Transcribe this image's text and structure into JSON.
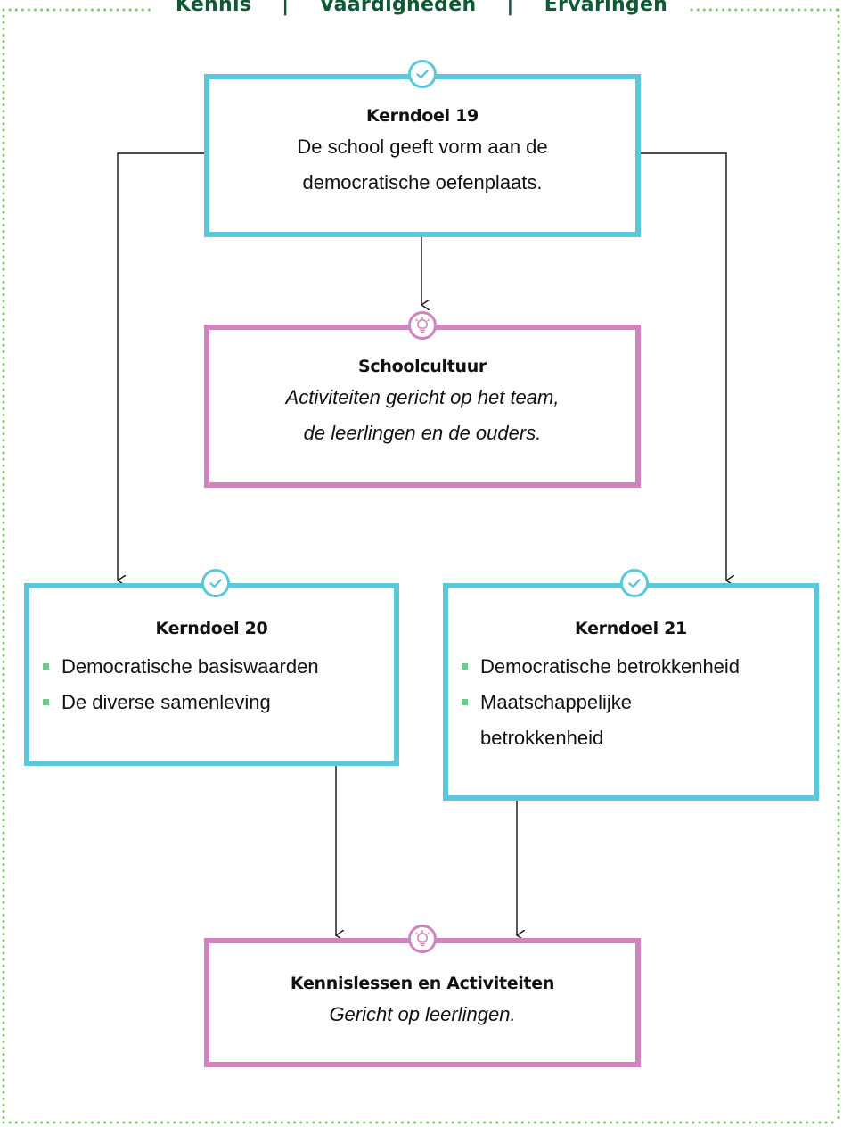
{
  "header": {
    "items": [
      "Kennis",
      "Vaardigheden",
      "Ervaringen"
    ],
    "separator": "|"
  },
  "colors": {
    "kerndoel": "#5bc7db",
    "activity": "#d183bf",
    "header_text": "#0f5a35",
    "bullet": "#6fc98a",
    "dotted_border": "#7cc96a"
  },
  "kerndoel19": {
    "icon": "check-icon",
    "title": "Kerndoel 19",
    "line1": "De school geeft vorm aan de",
    "line2": "democratische oefenplaats."
  },
  "schoolcultuur": {
    "icon": "lightbulb-icon",
    "title": "Schoolcultuur",
    "line1": "Activiteiten gericht op het team,",
    "line2": "de leerlingen en de ouders."
  },
  "kerndoel20": {
    "icon": "check-icon",
    "title": "Kerndoel 20",
    "items": [
      "Democratische basiswaarden",
      "De diverse samenleving"
    ]
  },
  "kerndoel21": {
    "icon": "check-icon",
    "title": "Kerndoel 21",
    "item1": "Democratische betrokkenheid",
    "item2_line1": "Maatschappelijke",
    "item2_line2": "betrokkenheid"
  },
  "kennislessen": {
    "icon": "lightbulb-icon",
    "title": "Kennislessen en Activiteiten",
    "line1": "Gericht op leerlingen."
  }
}
